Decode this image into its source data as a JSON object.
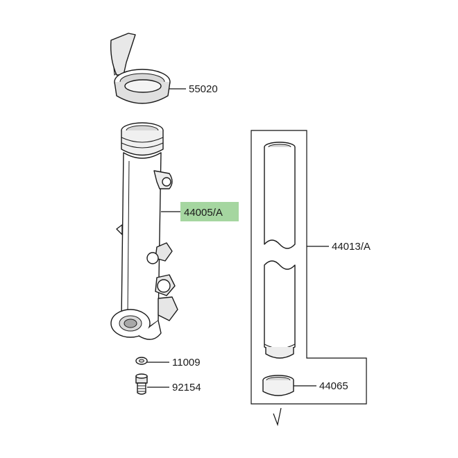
{
  "parts": {
    "fork_protector": {
      "number": "55020"
    },
    "outer_fork_tube": {
      "number": "44005/A",
      "highlight_color": "#a5d6a0"
    },
    "fork_pipe": {
      "number": "44013/A"
    },
    "washer": {
      "number": "11009"
    },
    "bolt": {
      "number": "92154"
    },
    "bushing": {
      "number": "44065"
    }
  },
  "colors": {
    "line": "#1a1a1a",
    "fill": "#ffffff",
    "shade": "#d8d8d8",
    "highlight": "#a5d6a0"
  }
}
